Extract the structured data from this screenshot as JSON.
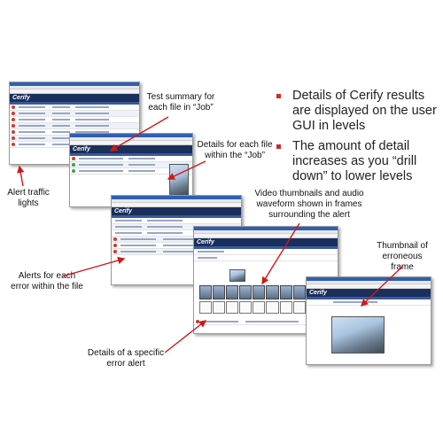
{
  "brand": "Cerify",
  "labels": {
    "test_summary": "Test summary for each file in “Job”",
    "alert_traffic": "Alert traffic lights",
    "details_each_file": "Details for each file within the “Job”",
    "video_thumbs": "Video thumbnails and audio waveform shown in frames surrounding the alert",
    "alerts_each_error": "Alerts for each error within the file",
    "thumbnail_erroneous": "Thumbnail of erroneous frame",
    "details_specific": "Details of a specific error alert"
  },
  "bullets": [
    "Details of Cerify results are displayed on the user GUI in levels",
    "The amount of detail increases as you “drill down” to lower levels"
  ],
  "colors": {
    "arrow": "#d01818",
    "bullet": "#d02a2a",
    "header": "#1b2f5c"
  }
}
